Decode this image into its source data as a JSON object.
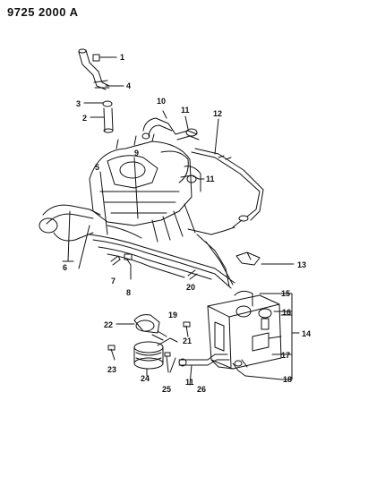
{
  "header": {
    "code": "9725 2000 A"
  },
  "callouts": [
    "1",
    "2",
    "3",
    "4",
    "5",
    "6",
    "7",
    "8",
    "9",
    "10",
    "11",
    "12",
    "13",
    "14",
    "15",
    "16",
    "17",
    "18",
    "19",
    "20",
    "21",
    "22",
    "23",
    "24",
    "25",
    "26"
  ]
}
